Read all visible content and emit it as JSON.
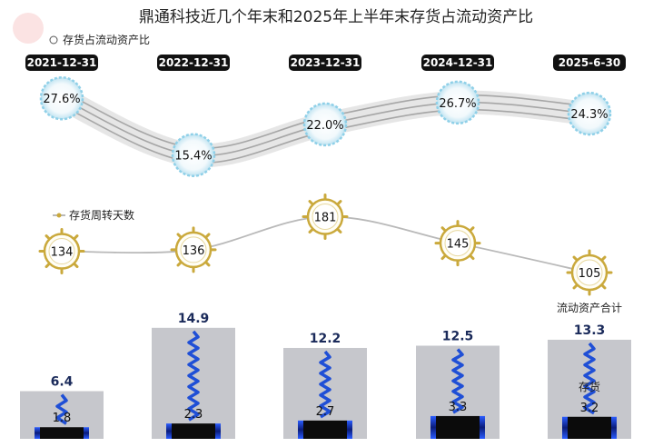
{
  "title": "鼎通科技近几个年末和2025年上半年末存货占流动资产比",
  "chart_data": [
    {
      "type": "line",
      "legend": "存货占流动资产比",
      "categories": [
        "2021-12-31",
        "2022-12-31",
        "2023-12-31",
        "2024-12-31",
        "2025-6-30"
      ],
      "values": [
        27.6,
        15.4,
        22.0,
        26.7,
        24.3
      ],
      "labels": [
        "27.6%",
        "15.4%",
        "22.0%",
        "26.7%",
        "24.3%"
      ]
    },
    {
      "type": "line",
      "legend": "存货周转天数",
      "categories": [
        "2021-12-31",
        "2022-12-31",
        "2023-12-31",
        "2024-12-31",
        "2025-6-30"
      ],
      "values": [
        134,
        136,
        181,
        145,
        105
      ]
    },
    {
      "type": "bar",
      "categories": [
        "2021-12-31",
        "2022-12-31",
        "2023-12-31",
        "2024-12-31",
        "2025-6-30"
      ],
      "series": [
        {
          "name": "流动资产合计",
          "values": [
            6.4,
            14.9,
            12.2,
            12.5,
            13.3
          ],
          "labels": [
            "6.4",
            "14.9",
            "12.2",
            "12.5",
            "13.3"
          ]
        },
        {
          "name": "存货",
          "values": [
            1.8,
            2.3,
            2.7,
            3.3,
            3.2
          ],
          "labels": [
            "1.8",
            "2.3",
            "2.7",
            "3.3",
            "3.2"
          ]
        }
      ]
    }
  ],
  "colors": {
    "bar_outer": "#c6c7cc",
    "bar_inner": "#0b0b0b",
    "spring": "#1f4fd6",
    "ring_line1": "#8fd0e8",
    "helm": "#caa93c",
    "line2": "#b9b9b9"
  }
}
